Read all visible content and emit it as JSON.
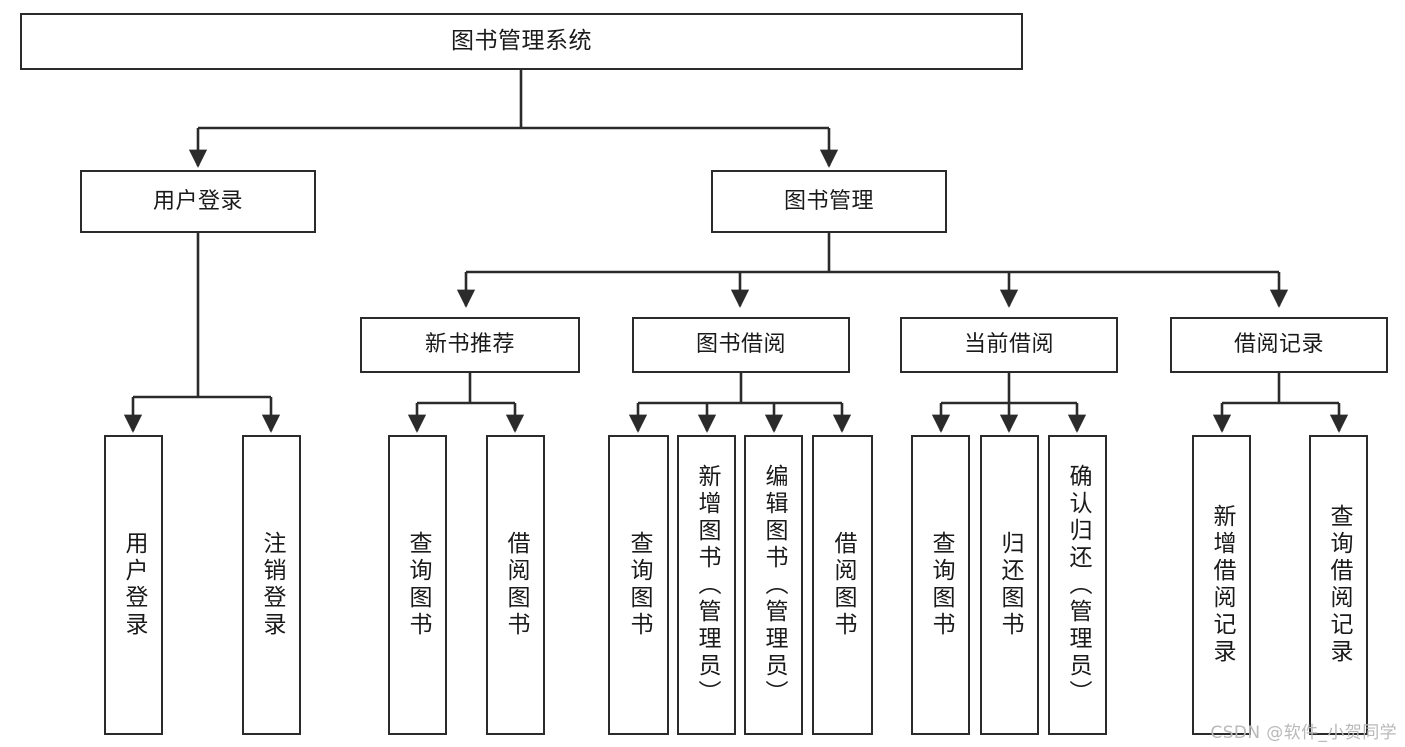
{
  "diagram": {
    "title": "图书管理系统",
    "type": "tree-hierarchy",
    "watermark": "CSDN @软件_小贺同学",
    "colors": {
      "box_border": "#2b2b2b",
      "box_fill": "#ffffff",
      "connector": "#2b2b2b",
      "text": "#1a1a1a",
      "watermark": "#b9b9b9"
    },
    "nodes": {
      "root": {
        "label": "图书管理系统",
        "orientation": "horizontal"
      },
      "l2_user_login": {
        "label": "用户登录",
        "orientation": "horizontal"
      },
      "l2_book_mgmt": {
        "label": "图书管理",
        "orientation": "horizontal"
      },
      "l3_new_book": {
        "label": "新书推荐",
        "orientation": "horizontal"
      },
      "l3_borrow": {
        "label": "图书借阅",
        "orientation": "horizontal"
      },
      "l3_current": {
        "label": "当前借阅",
        "orientation": "horizontal"
      },
      "l3_record": {
        "label": "借阅记录",
        "orientation": "horizontal"
      },
      "leaf_user_login": {
        "label": "用户登录",
        "orientation": "vertical"
      },
      "leaf_logout": {
        "label": "注销登录",
        "orientation": "vertical"
      },
      "leaf_query_book_1": {
        "label": "查询图书",
        "orientation": "vertical"
      },
      "leaf_borrow_book_1": {
        "label": "借阅图书",
        "orientation": "vertical"
      },
      "leaf_query_book_2": {
        "label": "查询图书",
        "orientation": "vertical"
      },
      "leaf_add_book": {
        "label": "新增图书（管理员）",
        "orientation": "vertical"
      },
      "leaf_edit_book": {
        "label": "编辑图书（管理员）",
        "orientation": "vertical"
      },
      "leaf_borrow_book_2": {
        "label": "借阅图书",
        "orientation": "vertical"
      },
      "leaf_query_book_3": {
        "label": "查询图书",
        "orientation": "vertical"
      },
      "leaf_return_book": {
        "label": "归还图书",
        "orientation": "vertical"
      },
      "leaf_confirm_return": {
        "label": "确认归还（管理员）",
        "orientation": "vertical"
      },
      "leaf_add_record": {
        "label": "新增借阅记录",
        "orientation": "vertical"
      },
      "leaf_query_record": {
        "label": "查询借阅记录",
        "orientation": "vertical"
      }
    },
    "edges": [
      {
        "from": "root",
        "to": "l2_user_login"
      },
      {
        "from": "root",
        "to": "l2_book_mgmt"
      },
      {
        "from": "l2_user_login",
        "to": "leaf_user_login"
      },
      {
        "from": "l2_user_login",
        "to": "leaf_logout"
      },
      {
        "from": "l2_book_mgmt",
        "to": "l3_new_book"
      },
      {
        "from": "l2_book_mgmt",
        "to": "l3_borrow"
      },
      {
        "from": "l2_book_mgmt",
        "to": "l3_current"
      },
      {
        "from": "l2_book_mgmt",
        "to": "l3_record"
      },
      {
        "from": "l3_new_book",
        "to": "leaf_query_book_1"
      },
      {
        "from": "l3_new_book",
        "to": "leaf_borrow_book_1"
      },
      {
        "from": "l3_borrow",
        "to": "leaf_query_book_2"
      },
      {
        "from": "l3_borrow",
        "to": "leaf_add_book"
      },
      {
        "from": "l3_borrow",
        "to": "leaf_edit_book"
      },
      {
        "from": "l3_borrow",
        "to": "leaf_borrow_book_2"
      },
      {
        "from": "l3_current",
        "to": "leaf_query_book_3"
      },
      {
        "from": "l3_current",
        "to": "leaf_return_book"
      },
      {
        "from": "l3_current",
        "to": "leaf_confirm_return"
      },
      {
        "from": "l3_record",
        "to": "leaf_add_record"
      },
      {
        "from": "l3_record",
        "to": "leaf_query_record"
      }
    ]
  }
}
